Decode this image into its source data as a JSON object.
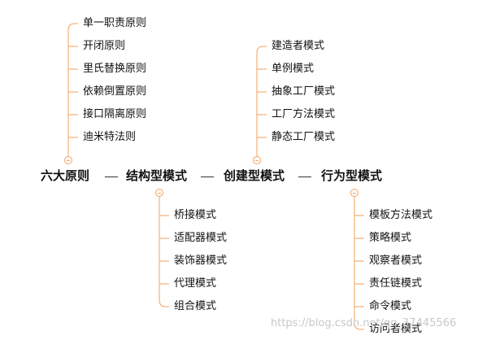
{
  "colors": {
    "connector": "#f5a05a",
    "text": "#111111",
    "watermark": "#c8c8c8"
  },
  "main_nodes": [
    {
      "label": "六大原则"
    },
    {
      "label": "结构型模式"
    },
    {
      "label": "创建型模式"
    },
    {
      "label": "行为型模式"
    }
  ],
  "branches": {
    "six_principles": [
      "单一职责原则",
      "开闭原则",
      "里氏替换原则",
      "依赖倒置原则",
      "接口隔离原则",
      "迪米特法则"
    ],
    "creational": [
      "建造者模式",
      "单例模式",
      "抽象工厂模式",
      "工厂方法模式",
      "静态工厂模式"
    ],
    "structural": [
      "桥接模式",
      "适配器模式",
      "装饰器模式",
      "代理模式",
      "组合模式"
    ],
    "behavioral": [
      "模板方法模式",
      "策略模式",
      "观察者模式",
      "责任链模式",
      "命令模式",
      "访问者模式"
    ]
  },
  "icons": {
    "collapse": "collapse-minus-icon"
  },
  "watermark": "https://blog.csdn.net/qq_37445566"
}
